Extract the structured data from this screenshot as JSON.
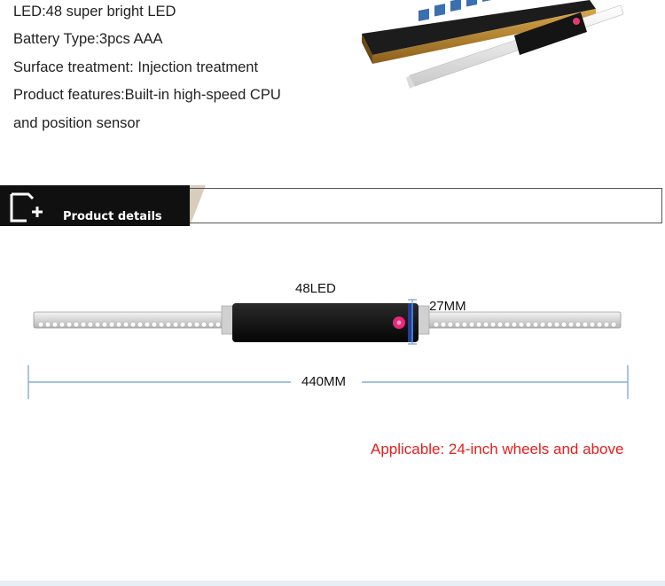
{
  "specs": [
    "LED:48 super bright LED",
    "Battery Type:3pcs AAA",
    "Surface treatment: Injection treatment",
    "Product features:Built-in high-speed CPU",
    "and position sensor"
  ],
  "section": {
    "title": "Product details"
  },
  "diagram": {
    "led_label": "48LED",
    "height_label": "27MM",
    "length_label": "440MM"
  },
  "applicable_text": "Applicable: 24-inch wheels and above",
  "colors": {
    "accent_red": "#e02020",
    "dim_line": "#6f9fcf",
    "bar_dark": "#101010"
  }
}
